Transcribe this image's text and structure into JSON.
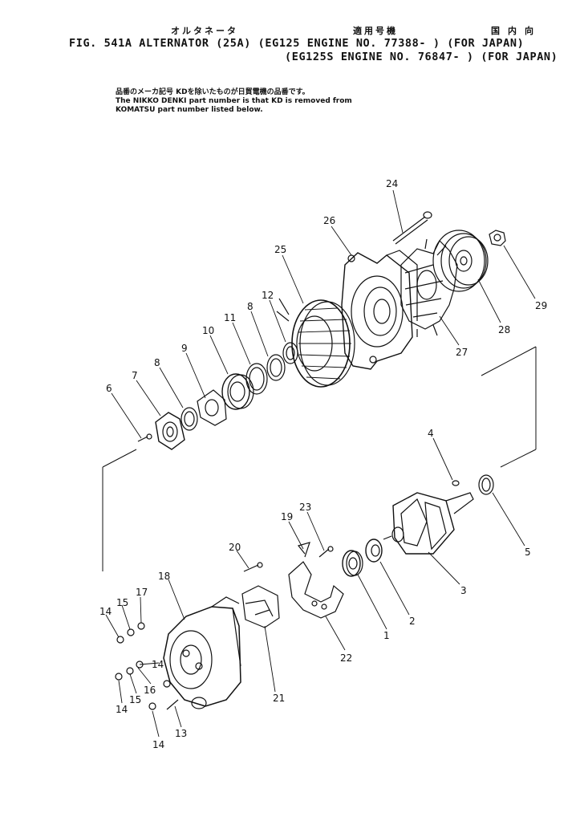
{
  "header": {
    "jp_name": "オルタネータ",
    "jp_applicable": "適用号機",
    "jp_domestic": "国内向",
    "line1": "FIG. 541A  ALTERNATOR (25A) (EG125   ENGINE NO. 77388- ) (FOR JAPAN)",
    "line2": "(EG125S ENGINE NO. 76847- ) (FOR JAPAN)"
  },
  "note": {
    "jp": "品番のメーカ記号 KDを除いたものが日貿電機の品番です。",
    "en1": "The NIKKO DENKI part number is that KD is removed from",
    "en2": "KOMATSU part number listed below."
  },
  "callouts": {
    "c24": "24",
    "c26": "26",
    "c25": "25",
    "c29": "29",
    "c28": "28",
    "c27": "27",
    "c12": "12",
    "c8a": "8",
    "c11": "11",
    "c10": "10",
    "c9": "9",
    "c8b": "8",
    "c7": "7",
    "c6": "6",
    "c4": "4",
    "c5": "5",
    "c3": "3",
    "c2": "2",
    "c1": "1",
    "c23": "23",
    "c19": "19",
    "c20": "20",
    "c22": "22",
    "c21": "21",
    "c18": "18",
    "c17": "17",
    "c15a": "15",
    "c14a": "14",
    "c14b": "14",
    "c16": "16",
    "c15b": "15",
    "c14c": "14",
    "c13": "13",
    "c14d": "14"
  }
}
